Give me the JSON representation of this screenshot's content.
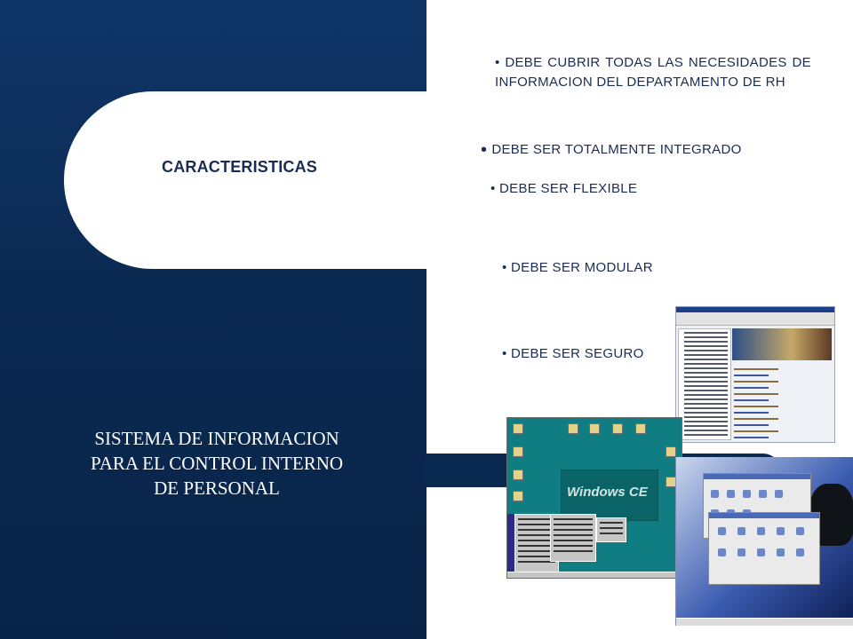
{
  "left": {
    "heading": "CARACTERISTICAS",
    "system_title": "SISTEMA DE INFORMACION PARA EL CONTROL INTERNO DE PERSONAL"
  },
  "bullets": [
    "DEBE CUBRIR TODAS LAS NECESIDADES DE INFORMACION DEL DEPARTAMENTO DE RH",
    "DEBE SER TOTALMENTE INTEGRADO",
    "DEBE SER FLEXIBLE",
    "DEBE SER MODULAR",
    "DEBE SER SEGURO"
  ],
  "screenshots": {
    "ce_splash": "Windows CE"
  },
  "colors": {
    "panel": "#0b2a52",
    "text": "#1b2c52",
    "white": "#ffffff"
  }
}
